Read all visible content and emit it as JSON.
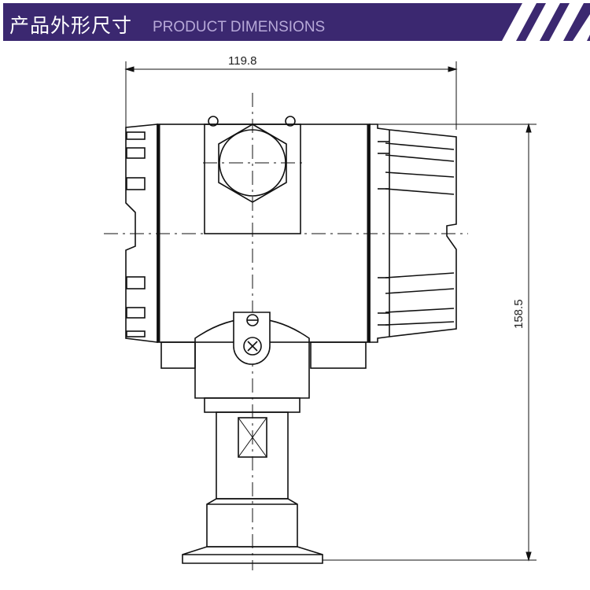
{
  "header": {
    "title_cn": "产品外形尺寸",
    "title_en": "PRODUCT DIMENSIONS"
  },
  "dimensions": {
    "width": "119.8",
    "height": "158.5"
  },
  "colors": {
    "header_bg": "#3b2870",
    "header_subtitle": "#b7a9d8",
    "line": "#111111"
  }
}
